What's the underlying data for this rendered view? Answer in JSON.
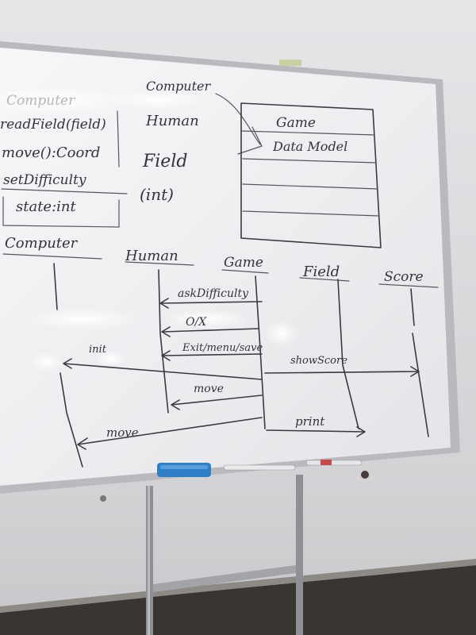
{
  "scene": {
    "subject": "whiteboard-photo",
    "board_text": {
      "top_left_lines": [
        "Computer",
        "readField(field)",
        "move():Coord",
        "setDifficulty",
        "state:int"
      ],
      "mid_labels": [
        "Computer",
        "Human",
        "Field",
        "(int)"
      ],
      "model_box": [
        "Game",
        "Data Model"
      ],
      "lifelines": [
        "Computer",
        "Human",
        "Game",
        "Field",
        "Score"
      ],
      "messages": [
        "askDifficulty",
        "O/X",
        "Exit/menu/save",
        "init",
        "showScore",
        "move",
        "move",
        "print"
      ]
    },
    "colors": {
      "wall": "#d9d9dc",
      "board": "#eeeef0",
      "frame": "#b9b9be",
      "ink": "#3a3a44",
      "eraser": "#2f7fc7",
      "floor": "#3a3531"
    }
  }
}
